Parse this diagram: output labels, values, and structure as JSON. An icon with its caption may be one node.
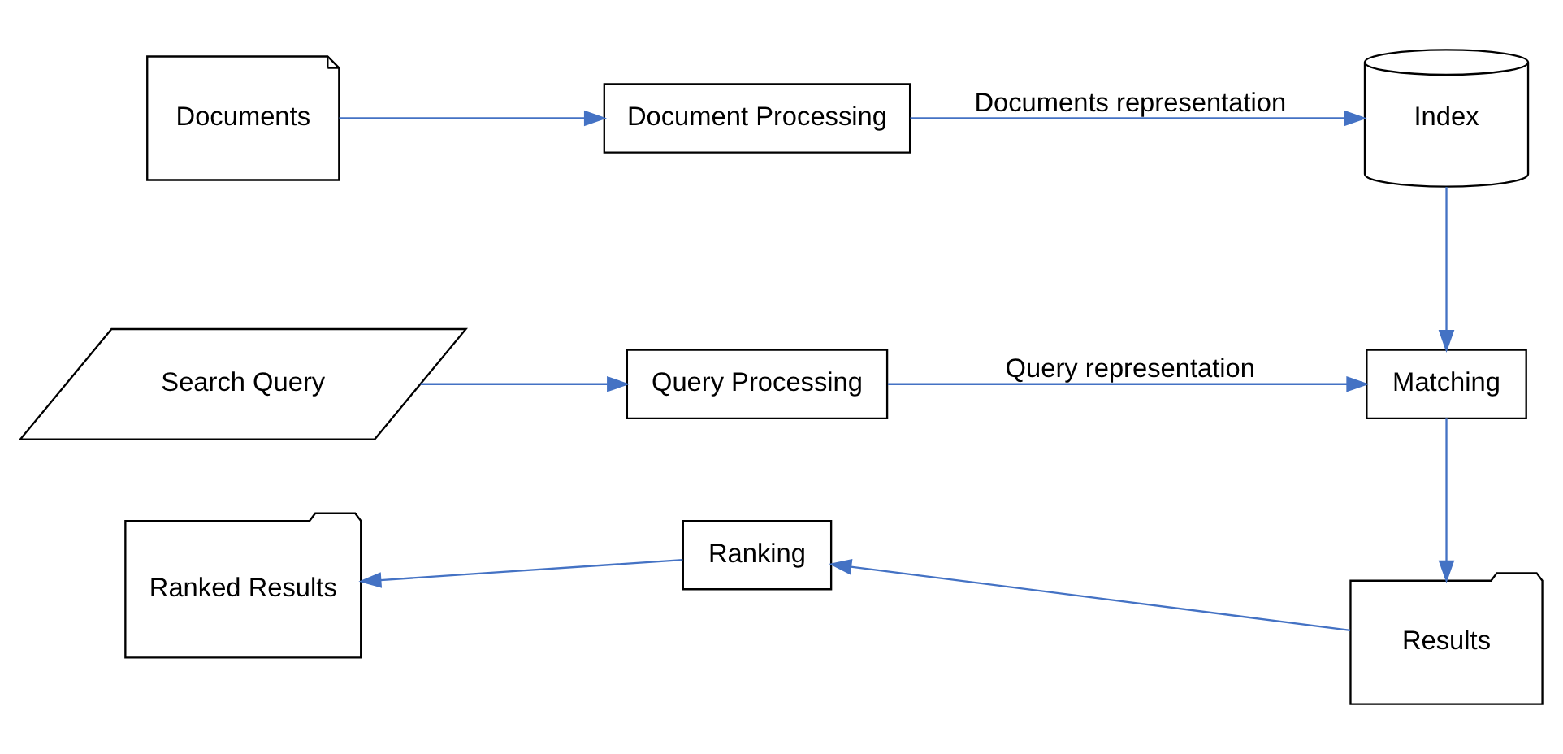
{
  "diagram": {
    "nodes": [
      {
        "text": [
          "Documents"
        ]
      },
      {
        "text": [
          "Document Processing"
        ]
      },
      {
        "text": [
          "Index"
        ]
      },
      {
        "text": [
          "Search Query"
        ]
      },
      {
        "text": [
          "Query Processing"
        ]
      },
      {
        "text": [
          "Matching"
        ]
      },
      {
        "text": [
          "Results"
        ]
      },
      {
        "text": [
          "Ranking"
        ]
      },
      {
        "text": [
          "Ranked Results"
        ]
      }
    ],
    "edges": [
      {
        "from": 0,
        "to": 1,
        "arrow": "to"
      },
      {
        "from": 1,
        "to": 2,
        "arrow": "to",
        "label": "Documents representation"
      },
      {
        "from": 2,
        "to": 5,
        "arrow": "to"
      },
      {
        "from": 3,
        "to": 4,
        "arrow": "to"
      },
      {
        "from": 4,
        "to": 5,
        "arrow": "to",
        "label": "Query representation"
      },
      {
        "from": 5,
        "to": 6,
        "arrow": "to"
      },
      {
        "from": 6,
        "to": 7,
        "arrow": "to"
      },
      {
        "from": 7,
        "to": 8,
        "arrow": "to"
      }
    ]
  }
}
